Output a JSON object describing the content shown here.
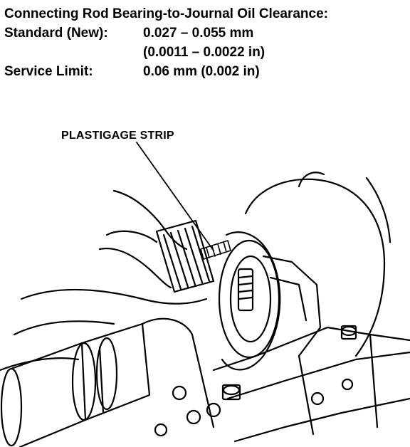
{
  "spec": {
    "heading": "Connecting Rod Bearing-to-Journal Oil Clearance:",
    "standard_label": "Standard (New):",
    "standard_value_mm": "0.027 – 0.055 mm",
    "standard_value_in": "(0.0011 – 0.0022 in)",
    "service_label": "Service Limit:",
    "service_value": "0.06 mm (0.002 in)"
  },
  "illustration": {
    "callout": "PLASTIGAGE STRIP"
  }
}
